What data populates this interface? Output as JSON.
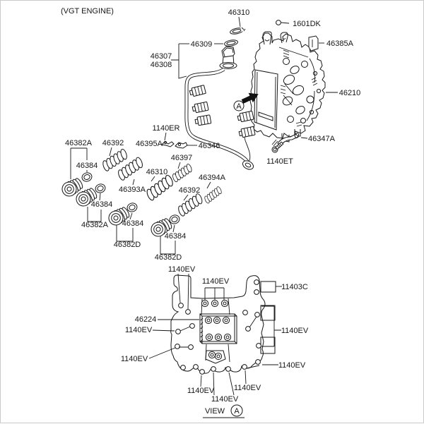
{
  "page": {
    "engine_note": "(VGT ENGINE)",
    "view_label": "VIEW",
    "view_circle": "A",
    "detail_circle": "A",
    "background": "#ffffff",
    "line_color": "#161616",
    "border_color": "#c9c9c9"
  },
  "parts": {
    "p46310": "46310",
    "p1601DK": "1601DK",
    "p46309": "46309",
    "p46307": "46307",
    "p46308": "46308",
    "p46385A": "46385A",
    "p46210": "46210",
    "p1140ER": "1140ER",
    "p46395A": "46395A",
    "p46346": "46346",
    "p46347A": "46347A",
    "p1140ET": "1140ET",
    "p46382A": "46382A",
    "p46392": "46392",
    "p46397": "46397",
    "p46384": "46384",
    "p46393A": "46393A",
    "p46394A": "46394A",
    "p46382D": "46382D",
    "p1140EV": "1140EV",
    "p11403C": "11403C",
    "p46224": "46224"
  }
}
